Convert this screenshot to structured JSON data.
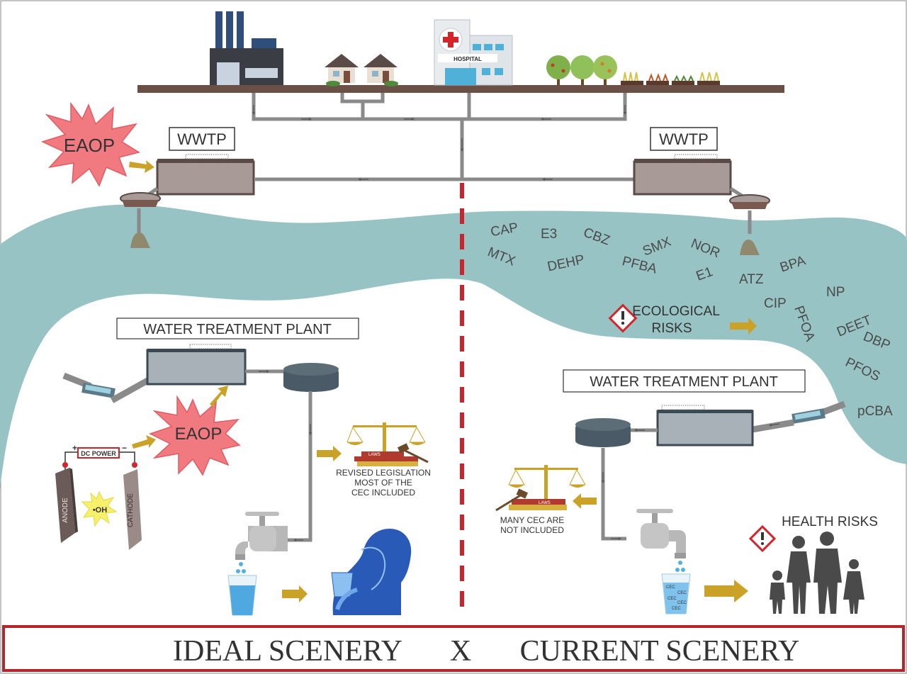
{
  "labels": {
    "hospital": "HOSPITAL",
    "eaop": "EAOP",
    "wwtp": "WWTP",
    "water_treatment_plant": "WATER TREATMENT PLANT",
    "dc_power": "DC POWER",
    "plus": "+",
    "minus": "−",
    "anode": "ANODE",
    "cathode": "CATHODE",
    "oh_radical": "•OH",
    "laws": "LAWS",
    "revised_legislation": [
      "REVISED LEGISLATION",
      "MOST OF THE",
      "CEC INCLUDED"
    ],
    "many_cec": [
      "MANY CEC ARE",
      "NOT INCLUDED"
    ],
    "ecological_risks": [
      "ECOLOGICAL",
      "RISKS"
    ],
    "health_risks": "HEALTH RISKS",
    "cec_tag": "CEC"
  },
  "contaminants": [
    "CAP",
    "E3",
    "CBZ",
    "SMX",
    "NOR",
    "MTX",
    "DEHP",
    "PFBA",
    "E1",
    "ATZ",
    "BPA",
    "CIP",
    "PFOA",
    "NP",
    "DEET",
    "DBP",
    "PFOS",
    "pCBA"
  ],
  "footer": {
    "left": "IDEAL SCENERY",
    "separator": "X",
    "right": "CURRENT SCENERY"
  },
  "colors": {
    "river": "#97c3c4",
    "pipe": "#8a8a8a",
    "ground": "#6b5048",
    "eaop_burst": "#f07a80",
    "arrow": "#c9a227",
    "divider": "#c8252c",
    "footer_border": "#b5262c",
    "tank": "#a89a96",
    "treatment_tank": "#a9b1b8"
  }
}
